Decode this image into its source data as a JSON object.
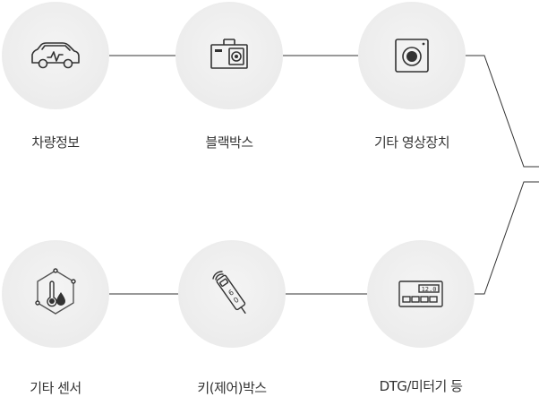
{
  "nodes": [
    {
      "label": "차량정보",
      "icon": "car-icon"
    },
    {
      "label": "블랙박스",
      "icon": "dashcam-icon"
    },
    {
      "label": "기타 영상장치",
      "icon": "camera-icon"
    },
    {
      "label": "기타 센서",
      "icon": "thermometer-drop-icon"
    },
    {
      "label": "키(제어)박스",
      "icon": "key-fob-icon"
    },
    {
      "label": "DTG/미터기 등",
      "icon": "meter-display-icon"
    }
  ],
  "meter": {
    "display": "12.0"
  },
  "key": {
    "marks": [
      "6",
      "0"
    ]
  },
  "colors": {
    "circle": "#ececec",
    "line": "#333333",
    "text": "#333333"
  }
}
